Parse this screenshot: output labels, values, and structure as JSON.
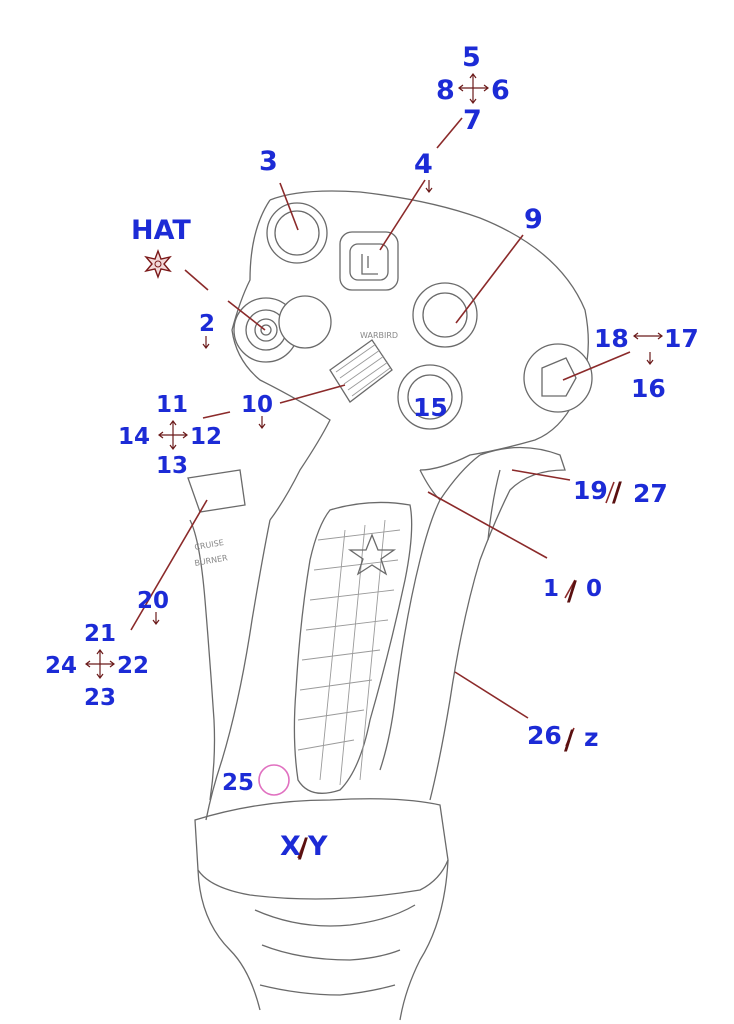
{
  "diagram": {
    "labels": {
      "b5": "5",
      "b8": "8",
      "b6": "6",
      "b7": "7",
      "b4": "4",
      "b3": "3",
      "b9": "9",
      "hat": "HAT",
      "b2": "2",
      "b18": "18",
      "b17": "17",
      "b16": "16",
      "b10": "10",
      "b15": "15",
      "b11": "11",
      "b14": "14",
      "b12": "12",
      "b13": "13",
      "b19": "19",
      "b27": "27",
      "b1": "1",
      "b0": "0",
      "b20": "20",
      "b21": "21",
      "b24": "24",
      "b22": "22",
      "b23": "23",
      "b26": "26",
      "bz": "z",
      "b25": "25",
      "bx": "X",
      "by": "Y"
    },
    "slash": "/",
    "colors": {
      "label": "#1c2bd6",
      "leader": "#8b2a2a",
      "arrow": "#6b1a1a",
      "ring": "#e070c0"
    }
  }
}
